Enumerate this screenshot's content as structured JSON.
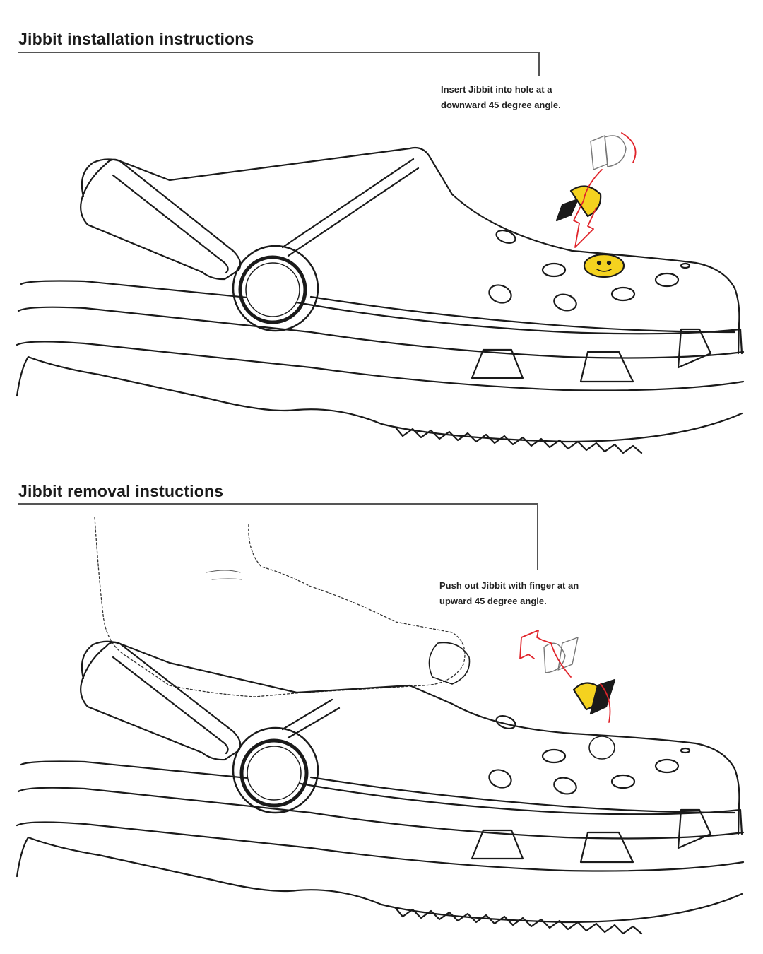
{
  "installation": {
    "heading": "Jibbit installation instructions",
    "callout_line1": "Insert Jibbit into hole at a",
    "callout_line2": "downward 45 degree angle."
  },
  "removal": {
    "heading": "Jibbit removal instuctions",
    "callout_line1": "Push out Jibbit with finger at an",
    "callout_line2": "upward 45 degree angle."
  },
  "colors": {
    "outline": "#1a1a1a",
    "jibbit_yellow": "#f4d21f",
    "arrow_red": "#e0242b",
    "background": "#ffffff"
  }
}
